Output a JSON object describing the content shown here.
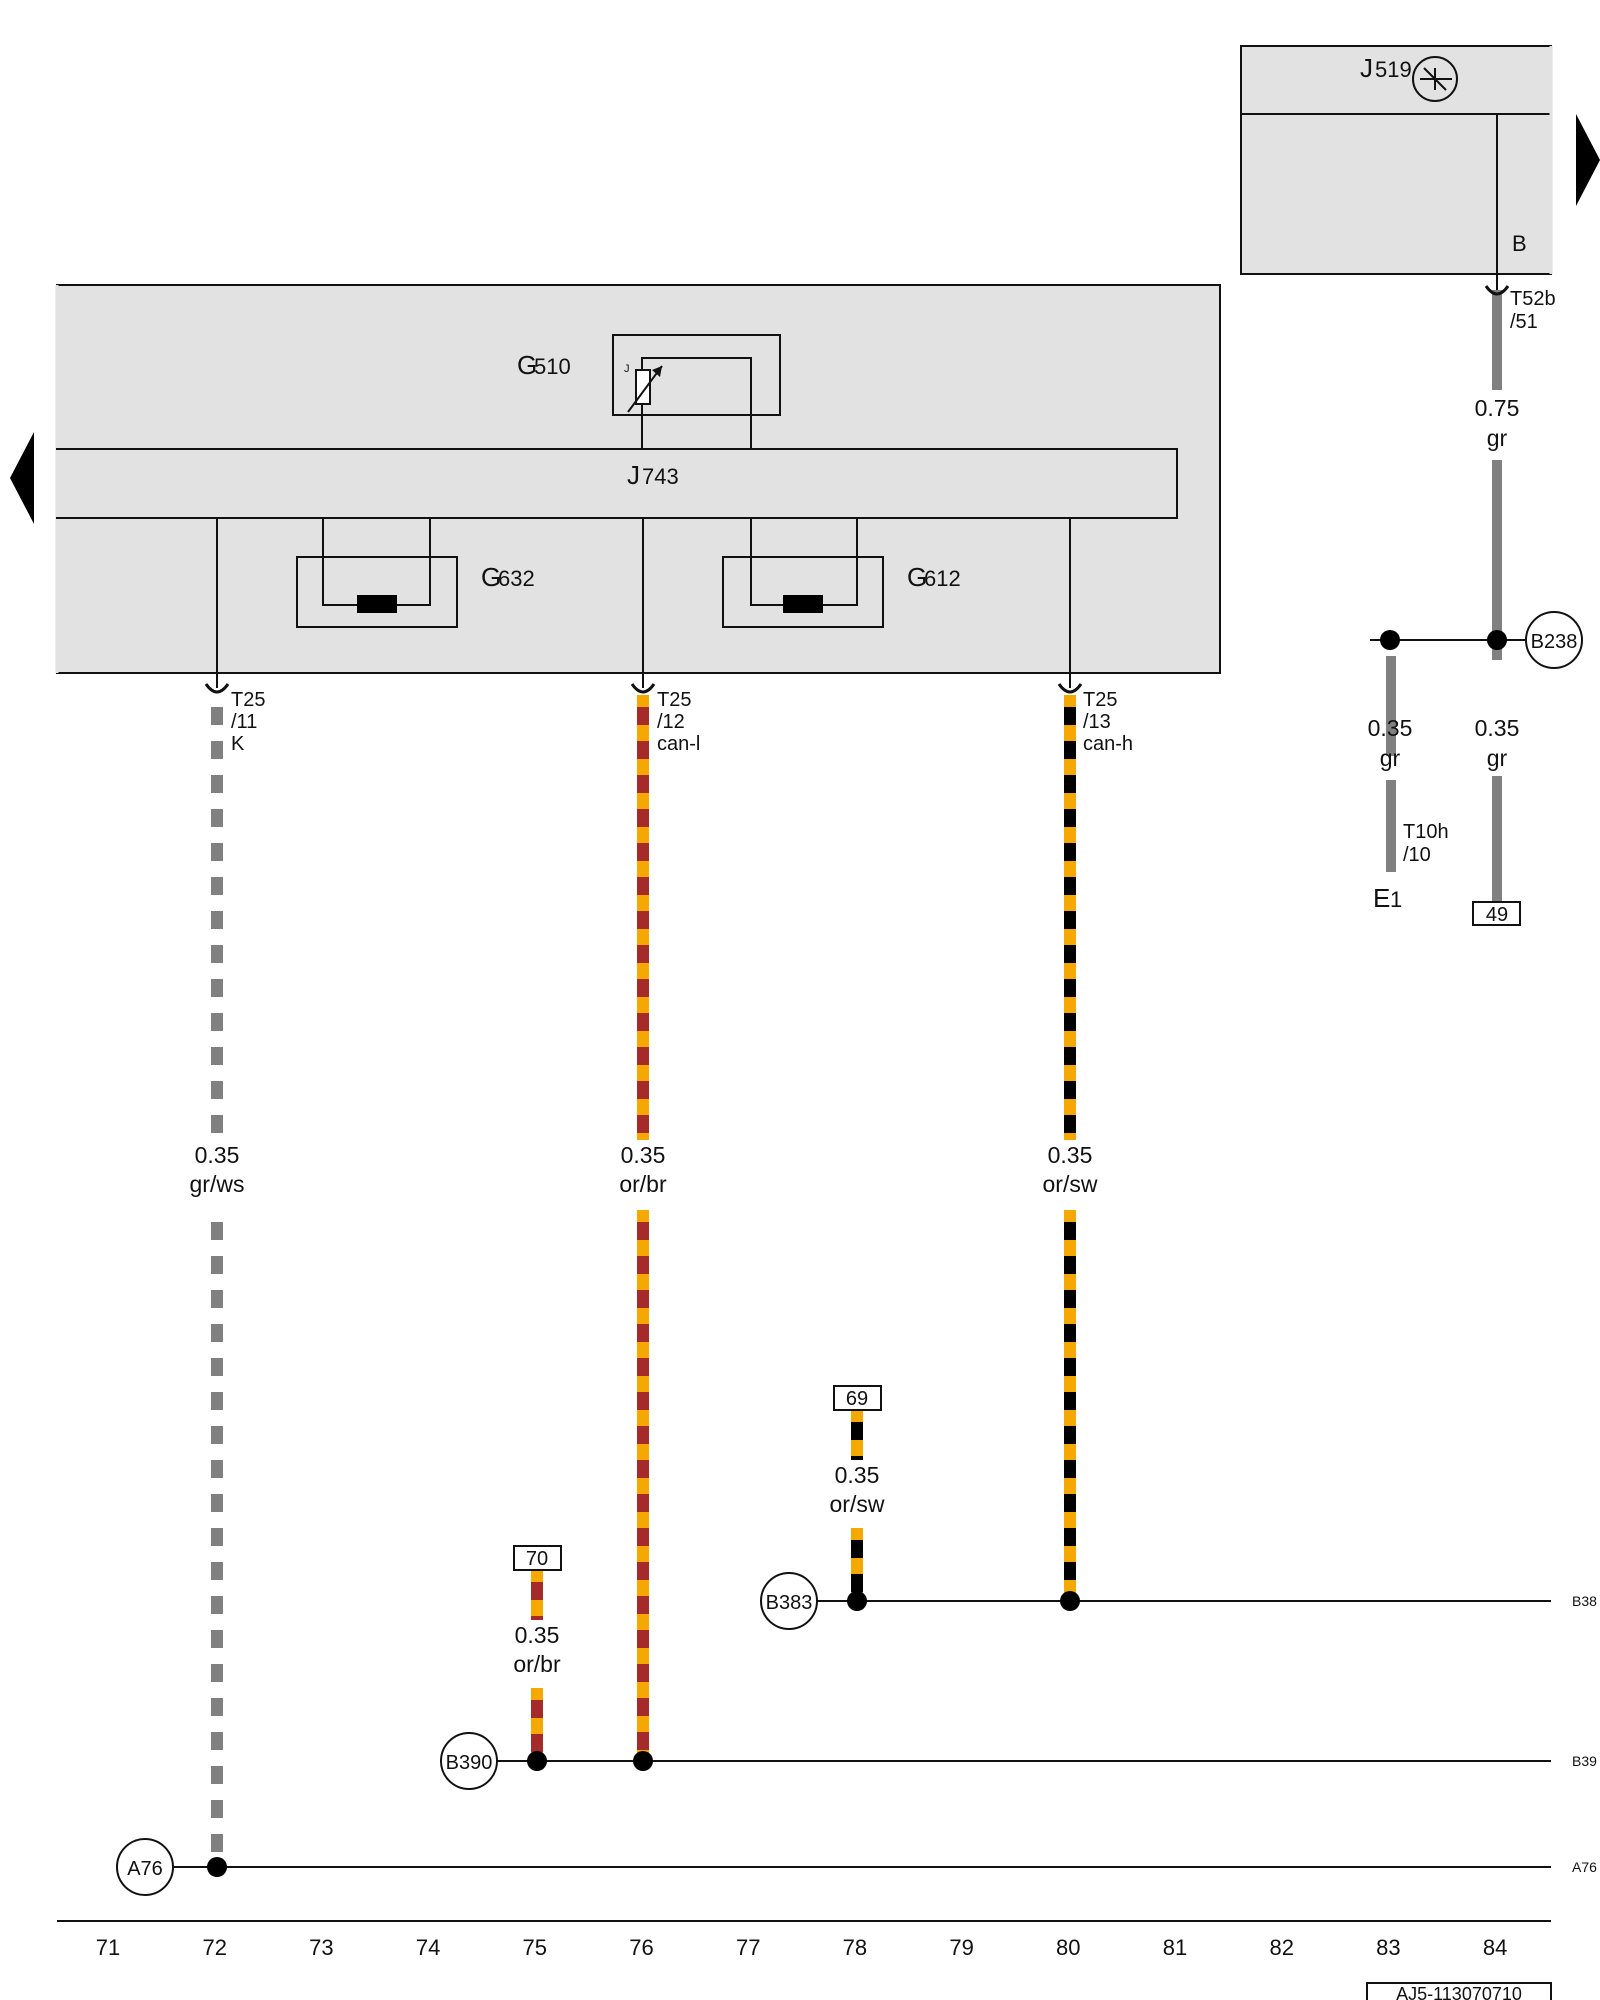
{
  "components": {
    "J519": {
      "letter": "J",
      "sub": "519",
      "pin": "B"
    },
    "G510": {
      "letter": "G",
      "sub": "510",
      "mark": "J"
    },
    "J743": {
      "letter": "J",
      "sub": "743"
    },
    "G632": {
      "letter": "G",
      "sub": "632"
    },
    "G612": {
      "letter": "G",
      "sub": "612"
    },
    "E1": {
      "letter": "E",
      "sub": "1"
    }
  },
  "connectors": {
    "t52b": {
      "l1": "T52b",
      "l2": "/51"
    },
    "t25_11": {
      "l1": "T25",
      "l2": "/11",
      "l3": "K"
    },
    "t25_12": {
      "l1": "T25",
      "l2": "/12",
      "l3": "can-l"
    },
    "t25_13": {
      "l1": "T25",
      "l2": "/13",
      "l3": "can-h"
    },
    "t10h": {
      "l1": "T10h",
      "l2": "/10"
    }
  },
  "wires": {
    "w_j519": {
      "gauge": "0.75",
      "color": "gr"
    },
    "w_e1": {
      "gauge": "0.35",
      "color": "gr"
    },
    "w_49": {
      "gauge": "0.35",
      "color": "gr"
    },
    "w_k": {
      "gauge": "0.35",
      "color": "gr/ws"
    },
    "w_canl": {
      "gauge": "0.35",
      "color": "or/br"
    },
    "w_canh": {
      "gauge": "0.35",
      "color": "or/sw"
    },
    "w_69": {
      "gauge": "0.35",
      "color": "or/sw"
    },
    "w_70": {
      "gauge": "0.35",
      "color": "or/br"
    }
  },
  "refs": {
    "r49": "49",
    "r69": "69",
    "r70": "70"
  },
  "nodes": {
    "b238": "B238",
    "b383": "B383",
    "b390": "B390",
    "a76": "A76"
  },
  "edges": {
    "b38": "B38",
    "b39": "B39",
    "a76": "A76"
  },
  "grid": [
    "71",
    "72",
    "73",
    "74",
    "75",
    "76",
    "77",
    "78",
    "79",
    "80",
    "81",
    "82",
    "83",
    "84"
  ],
  "doc_id": "AJ5-113070710",
  "colors": {
    "panel": "#e2e2e2",
    "grey_wire": "#808080",
    "orange": "#f5a800",
    "brown": "#a52a2a",
    "black": "#000000",
    "white": "#ffffff"
  }
}
